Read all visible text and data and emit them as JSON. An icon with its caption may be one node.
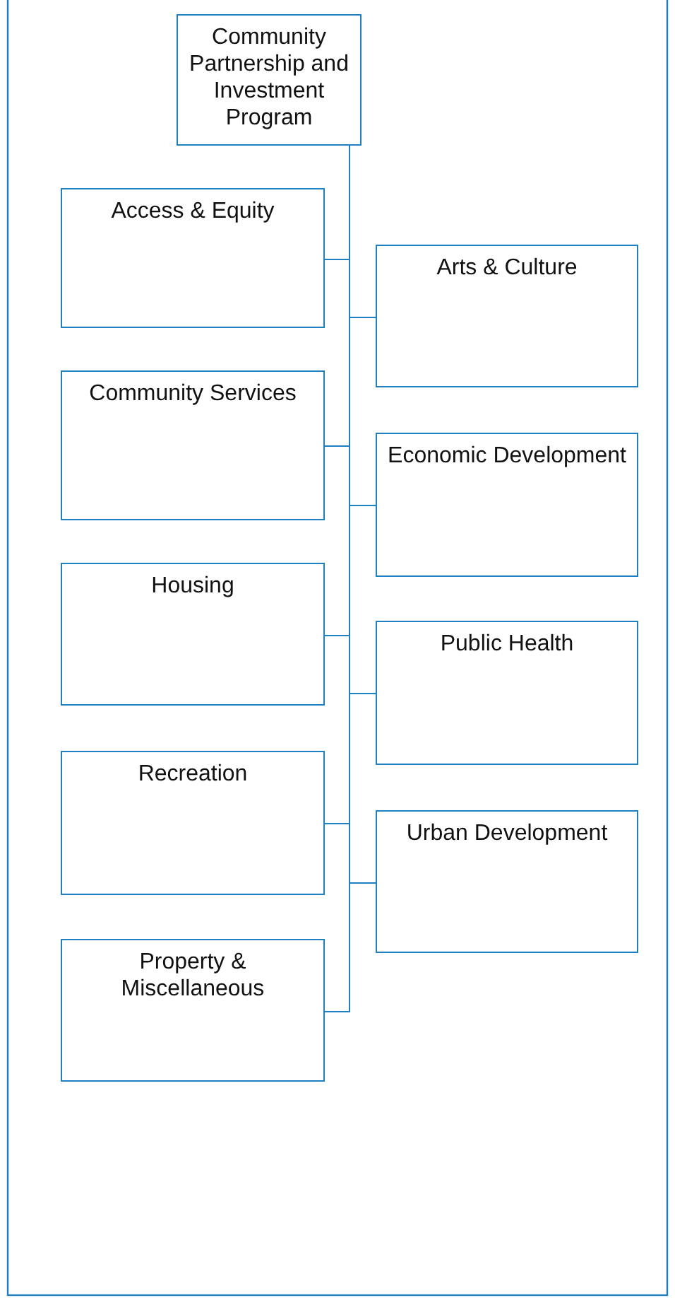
{
  "diagram": {
    "nodes": [
      {
        "text": [
          "Community Partnership and Investment Program"
        ]
      },
      {
        "text": [
          "Access & Equity"
        ]
      },
      {
        "text": [
          "Arts & Culture"
        ]
      },
      {
        "text": [
          "Community Services"
        ]
      },
      {
        "text": [
          "Economic Development"
        ]
      },
      {
        "text": [
          "Housing"
        ]
      },
      {
        "text": [
          "Public Health"
        ]
      },
      {
        "text": [
          "Recreation"
        ]
      },
      {
        "text": [
          "Urban Development"
        ]
      },
      {
        "text": [
          "Property & Miscellaneous"
        ]
      }
    ],
    "edges": [
      {
        "from": 0,
        "to": 1,
        "arrow": "none"
      },
      {
        "from": 0,
        "to": 2,
        "arrow": "none"
      },
      {
        "from": 0,
        "to": 3,
        "arrow": "none"
      },
      {
        "from": 0,
        "to": 4,
        "arrow": "none"
      },
      {
        "from": 0,
        "to": 5,
        "arrow": "none"
      },
      {
        "from": 0,
        "to": 6,
        "arrow": "none"
      },
      {
        "from": 0,
        "to": 7,
        "arrow": "none"
      },
      {
        "from": 0,
        "to": 8,
        "arrow": "none"
      },
      {
        "from": 0,
        "to": 9,
        "arrow": "none"
      }
    ]
  }
}
